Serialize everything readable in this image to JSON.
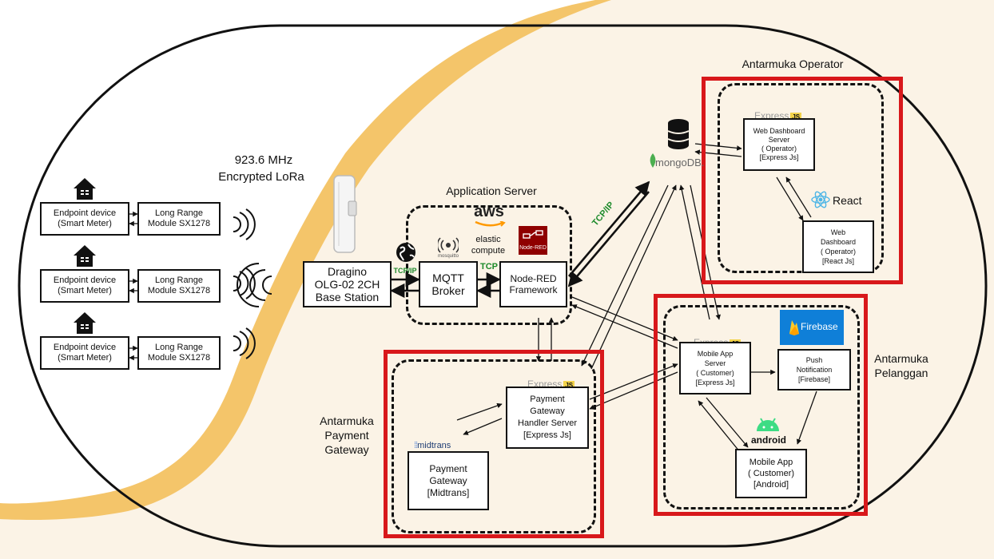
{
  "colors": {
    "background": "#fbf3e6",
    "swoosh": "#f4c56a",
    "highlight_red": "#d8181b",
    "aws_orange": "#ff9900",
    "tcp_green": "#1c8a2a",
    "react_blue": "#4fb6e6",
    "android_green": "#3ddc84",
    "firebase_blue": "#0f7fd8",
    "nodered_red": "#8f0000",
    "js_yellow": "#f2d24a",
    "midtrans_blue": "#1f3d73",
    "mongo_green": "#4caf50"
  },
  "lora": {
    "freq": "923.6 MHz",
    "encryption": "Encrypted LoRa"
  },
  "endpoints": [
    {
      "device": "Endpoint device\n(Smart Meter)",
      "module": "Long Range\nModule SX1278"
    },
    {
      "device": "Endpoint device\n(Smart Meter)",
      "module": "Long Range\nModule SX1278"
    },
    {
      "device": "Endpoint device\n(Smart Meter)",
      "module": "Long Range\nModule SX1278"
    }
  ],
  "base_station": "Dragino\nOLG-02 2CH\nBase Station",
  "app_server": {
    "title": "Application Server",
    "aws": "aws",
    "aws_sub": "elastic\ncompute",
    "mosquitto": "mosquitto",
    "mqtt": "MQTT\nBroker",
    "nodered_logo": "Node-RED",
    "nodered": "Node-RED\nFramework"
  },
  "links": {
    "tcpip": "TCP/IP",
    "tcp": "TCP",
    "tcpip_vertical": "TCP/IP"
  },
  "mongodb": {
    "logo": "mongoDB."
  },
  "operator": {
    "title": "Antarmuka Operator",
    "express": "Express",
    "js": "JS",
    "web_server": "Web Dashboard\nServer\n( Operator)\n[Express Js]",
    "react": "React",
    "web_dashboard": "Web\nDashboard\n( Operator)\n[React Js]"
  },
  "customer": {
    "title": "Antarmuka\nPelanggan",
    "express": "Express",
    "js": "JS",
    "firebase": "Firebase",
    "mobile_server": "Mobile App\nServer\n( Customer)\n[Express Js]",
    "push": "Push\nNotification\n[Firebase]",
    "android": "android",
    "mobile_app": "Mobile App\n( Customer)\n[Android]"
  },
  "payment": {
    "title": "Antarmuka\nPayment\nGateway",
    "express": "Express",
    "js": "JS",
    "handler": "Payment\nGateway\nHandler Server\n[Express Js]",
    "midtrans": "midtrans",
    "gateway": "Payment\nGateway\n[Midtrans]"
  }
}
